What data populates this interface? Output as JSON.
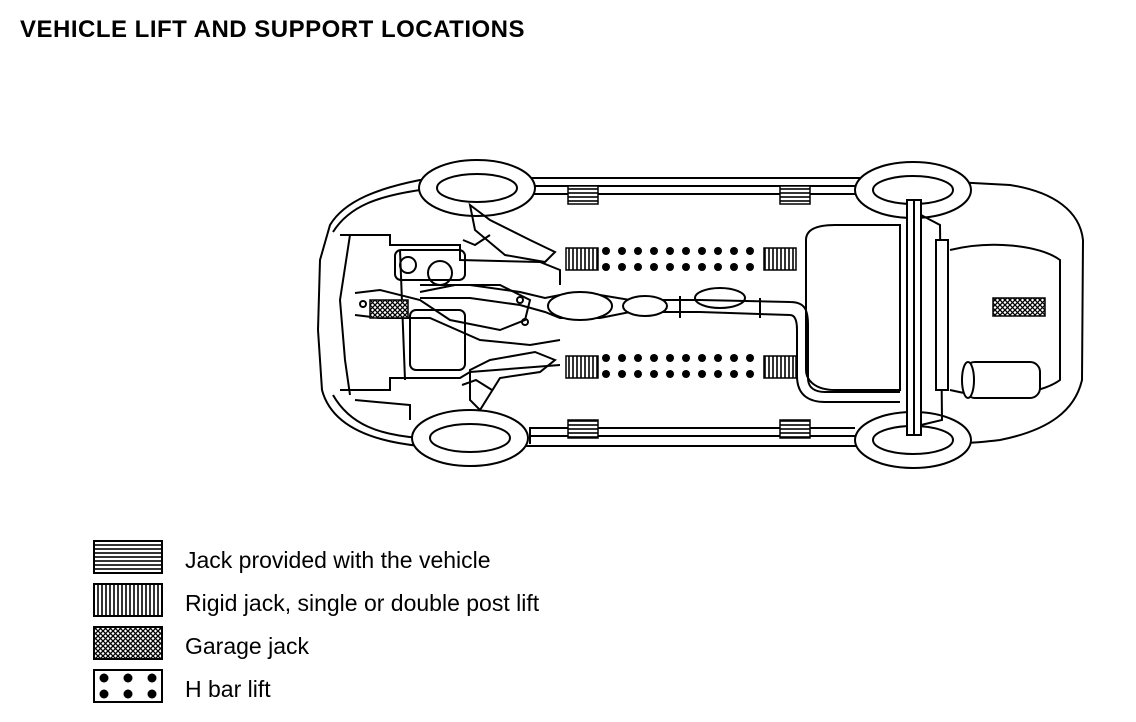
{
  "title": "VEHICLE LIFT AND SUPPORT LOCATIONS",
  "legend": [
    {
      "label": "Jack provided with the vehicle",
      "pattern": "horizontal-lines"
    },
    {
      "label": "Rigid jack, single or double post lift",
      "pattern": "vertical-lines"
    },
    {
      "label": "Garage jack",
      "pattern": "crosshatch"
    },
    {
      "label": "H bar lift",
      "pattern": "dots"
    }
  ],
  "colors": {
    "ink": "#000000",
    "paper": "#ffffff"
  }
}
